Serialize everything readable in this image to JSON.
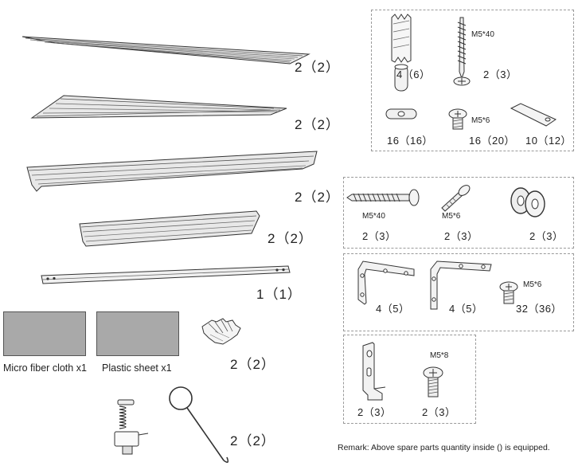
{
  "profiles": [
    {
      "qty": "2（2）"
    },
    {
      "qty": "2（2）"
    },
    {
      "qty": "2（2）"
    },
    {
      "qty": "2（2）"
    },
    {
      "qty": "1（1）"
    }
  ],
  "materials": {
    "cloth_label": "Micro fiber cloth x1",
    "sheet_label": "Plastic sheet  x1",
    "gloves_qty": "2（2）",
    "tools_qty": "2（2）"
  },
  "box1": {
    "anchor_qty": "4（6）",
    "screw_spec": "M5*40",
    "screw_qty": "2（3）",
    "nut_qty": "16（16）",
    "bolt_spec": "M5*6",
    "bolt_qty": "16（20）",
    "plate_qty": "10（12）"
  },
  "box2": {
    "screw_spec": "M5*40",
    "screw_qty": "2（3）",
    "bolt_spec": "M5*6",
    "bolt_qty": "2（3）",
    "washer_qty": "2（3）"
  },
  "box3": {
    "bracket_a_qty": "4（5）",
    "bracket_b_qty": "4（5）",
    "bolt_spec": "M5*6",
    "bolt_qty": "32（36）"
  },
  "box4": {
    "hanger_qty": "2（3）",
    "bolt_spec": "M5*8",
    "bolt_qty": "2（3）"
  },
  "remark": "Remark: Above spare parts quantity inside () is equipped."
}
